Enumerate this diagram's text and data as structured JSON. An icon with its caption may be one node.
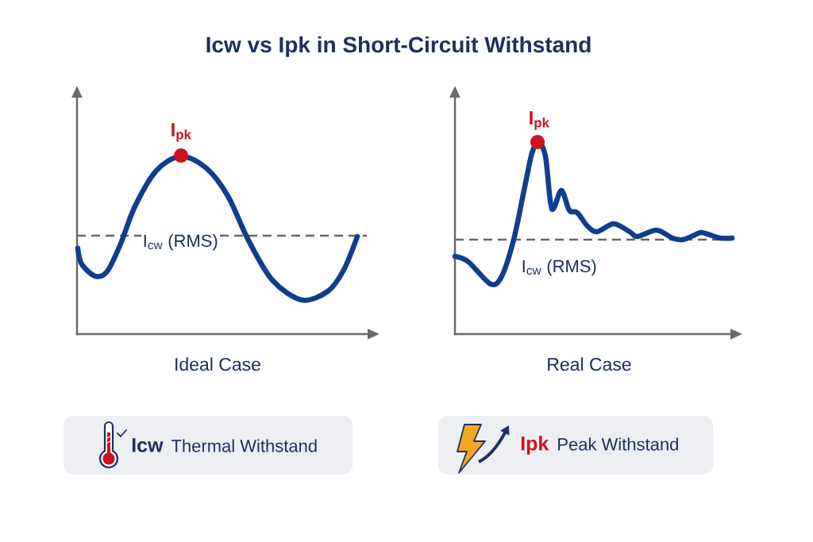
{
  "diagram": {
    "title": "Icw vs Ipk in Short-Circuit Withstand",
    "nodes": [
      {
        "text": [
          "Icw",
          "Thermal Withstand"
        ]
      },
      {
        "text": [
          "Ipk",
          "Peak Withstand"
        ]
      }
    ],
    "labels": [
      "I$_{pk}$",
      "I$_{cw}$ (RMS)",
      "Ideal Case",
      "I$_{pk}$",
      "I$_{cw}$ (RMS)",
      "Real Case"
    ]
  }
}
